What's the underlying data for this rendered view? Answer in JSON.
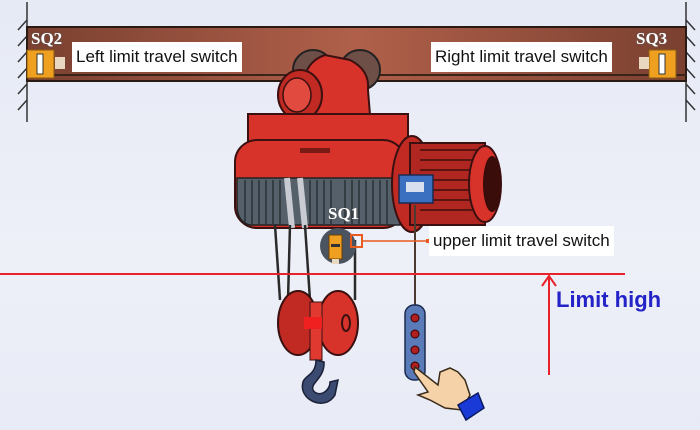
{
  "labels": {
    "sq2": "SQ2",
    "sq3": "SQ3",
    "sq1": "SQ1",
    "left_switch": "Left limit travel switch",
    "right_switch": "Right limit travel switch",
    "upper_switch": "upper limit travel switch",
    "limit_high": "Limit high"
  },
  "colors": {
    "hoist_red": "#d8332b",
    "beam_brown": "#8b4a35",
    "switch_orange": "#f0a020",
    "limit_line": "#e8222a",
    "limit_text": "#2323c8"
  }
}
